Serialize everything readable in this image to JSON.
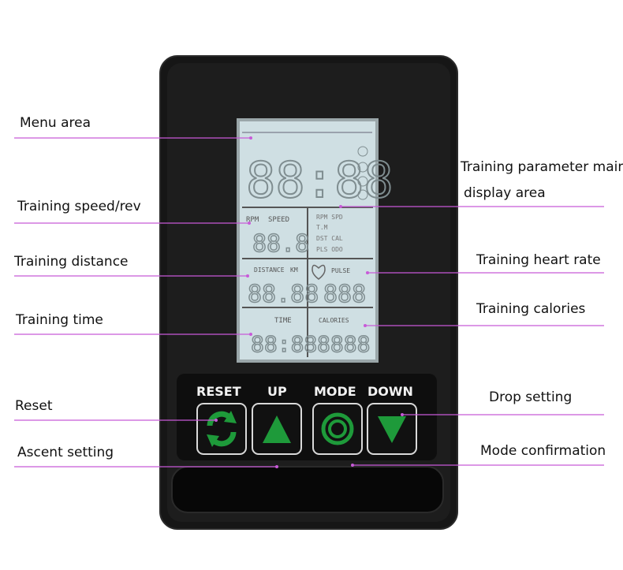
{
  "labels": {
    "menu_area": "Menu area",
    "training_speed_rev": "Training speed/rev",
    "training_distance": "Training distance",
    "training_time": "Training time",
    "reset": "Reset",
    "ascent_setting": "Ascent setting",
    "training_parameter_main_line1": "Training parameter main",
    "training_parameter_main_line2": "display area",
    "training_heart_rate": "Training heart rate",
    "training_calories": "Training calories",
    "drop_setting": "Drop setting",
    "mode_confirmation": "Mode confirmation"
  },
  "buttons": {
    "reset": "RESET",
    "up": "UP",
    "mode": "MODE",
    "down": "DOWN"
  },
  "lcd": {
    "main_digits": "88:88",
    "speed_digits": "88.8",
    "distance_digits": "88.88",
    "time_digits": "88:88",
    "pulse_digits": "888",
    "calories_digits": "8888",
    "rpm": "RPM",
    "speed": "SPEED",
    "distance": "DISTANCE",
    "km": "KM",
    "time": "TIME",
    "pulse": "PULSE",
    "calories": "CALORIES"
  },
  "colors": {
    "callout_line": "#c85ad8",
    "console_body": "#151515",
    "lcd_bg": "#cfdfe3",
    "button_green": "#1e9a3a",
    "button_text": "#f2f2f2"
  }
}
